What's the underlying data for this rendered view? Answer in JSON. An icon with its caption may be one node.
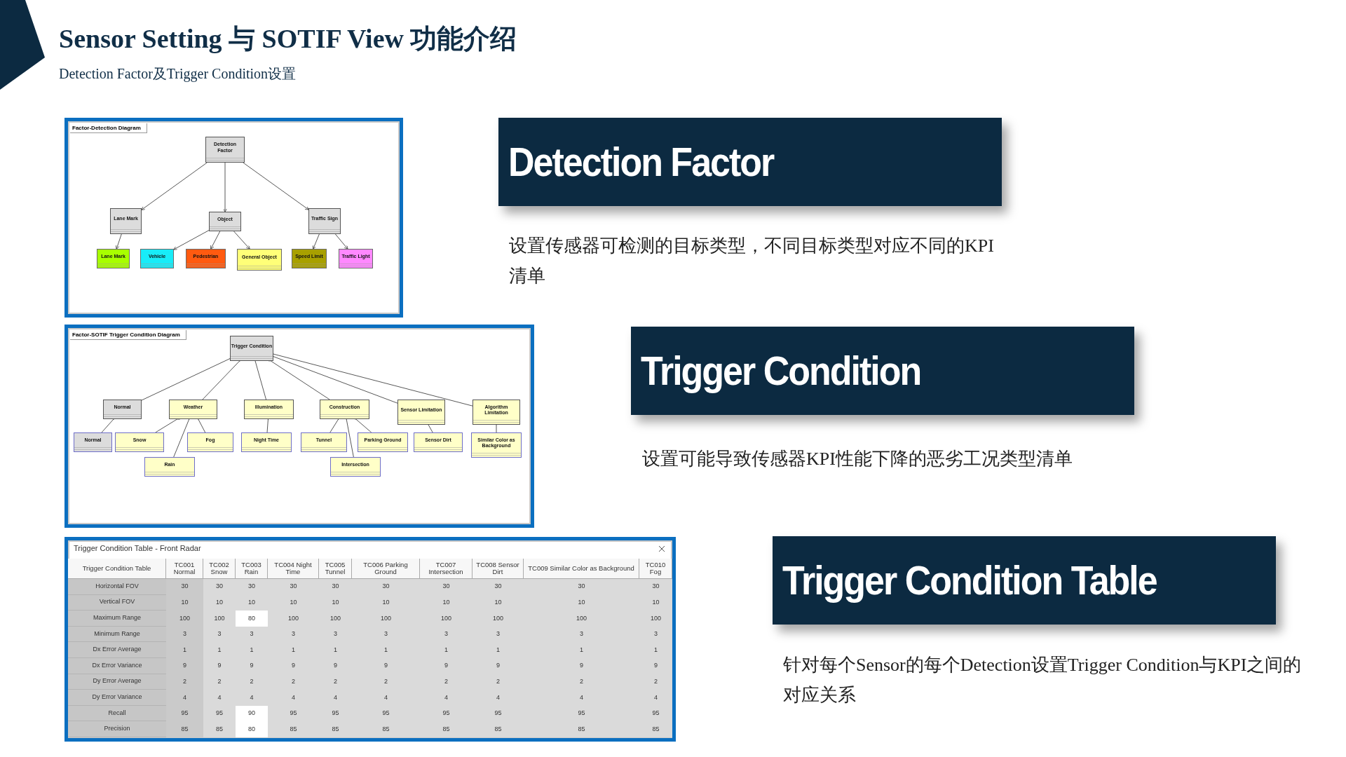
{
  "diagram": {
    "title": "Sensor Setting 与 SOTIF View 功能介绍",
    "nodes": [
      {
        "text": [
          "Factor-Detection Diagram"
        ]
      },
      {
        "text": [
          "Detection Factor"
        ],
        "in": 0
      },
      {
        "text": [
          "Lane Mark"
        ],
        "in": 0
      },
      {
        "text": [
          "Object"
        ],
        "in": 0
      },
      {
        "text": [
          "Traffic Sign"
        ],
        "in": 0
      },
      {
        "text": [
          "Lane Mark"
        ],
        "in": 0
      },
      {
        "text": [
          "Vehicle"
        ],
        "in": 0
      },
      {
        "text": [
          "Pedestrian"
        ],
        "in": 0
      },
      {
        "text": [
          "General Object"
        ],
        "in": 0
      },
      {
        "text": [
          "Speed Limit"
        ],
        "in": 0
      },
      {
        "text": [
          "Traffic Light"
        ],
        "in": 0
      },
      {
        "text": [
          "Factor-SOTIF Trigger Condition Diagram"
        ]
      },
      {
        "text": [
          "Trigger Condition"
        ],
        "in": 11
      },
      {
        "text": [
          "Normal"
        ],
        "in": 11
      },
      {
        "text": [
          "Weather"
        ],
        "in": 11
      },
      {
        "text": [
          "Illumination"
        ],
        "in": 11
      },
      {
        "text": [
          "Construction"
        ],
        "in": 11
      },
      {
        "text": [
          "Sensor Limitation"
        ],
        "in": 11
      },
      {
        "text": [
          "Algorithm Limitation"
        ],
        "in": 11
      },
      {
        "text": [
          "Normal"
        ],
        "in": 11
      },
      {
        "text": [
          "Snow"
        ],
        "in": 11
      },
      {
        "text": [
          "Fog"
        ],
        "in": 11
      },
      {
        "text": [
          "Night Time"
        ],
        "in": 11
      },
      {
        "text": [
          "Tunnel"
        ],
        "in": 11
      },
      {
        "text": [
          "Parking Ground"
        ],
        "in": 11
      },
      {
        "text": [
          "Sensor Dirt"
        ],
        "in": 11
      },
      {
        "text": [
          "Similar Color as Background"
        ],
        "in": 11
      },
      {
        "text": [
          "Rain"
        ],
        "in": 11
      },
      {
        "text": [
          "Intersection"
        ],
        "in": 11
      },
      {
        "text": [
          "Trigger Condition Table - Front Radar"
        ]
      },
      {
        "text": [
          "Detection Factor"
        ],
        "beside": [
          "设置传感器可检测的目标类型，不同目标类型对应不同的KPI 清单"
        ]
      },
      {
        "text": [
          "Trigger Condition"
        ],
        "beside": [
          "设置可能导致传感器KPI性能下降的恶劣工况类型清单"
        ]
      },
      {
        "text": [
          "Trigger Condition Table"
        ],
        "beside": [
          "针对每个Sensor的每个Detection设置Trigger Condition与KPI之间的对应关系"
        ]
      }
    ],
    "edges": [
      {
        "from": 1,
        "to": 2,
        "arrow": "to"
      },
      {
        "from": 1,
        "to": 3,
        "arrow": "to"
      },
      {
        "from": 1,
        "to": 4,
        "arrow": "to"
      },
      {
        "from": 2,
        "to": 5,
        "arrow": "to"
      },
      {
        "from": 3,
        "to": 6,
        "arrow": "to"
      },
      {
        "from": 3,
        "to": 7,
        "arrow": "to"
      },
      {
        "from": 3,
        "to": 8,
        "arrow": "to"
      },
      {
        "from": 4,
        "to": 9,
        "arrow": "to"
      },
      {
        "from": 4,
        "to": 10,
        "arrow": "to"
      },
      {
        "from": 12,
        "to": 13,
        "arrow": "other"
      },
      {
        "from": 12,
        "to": 14,
        "arrow": "other"
      },
      {
        "from": 12,
        "to": 15,
        "arrow": "other"
      },
      {
        "from": 12,
        "to": 16,
        "arrow": "other"
      },
      {
        "from": 12,
        "to": 17,
        "arrow": "other"
      },
      {
        "from": 12,
        "to": 18,
        "arrow": "other"
      },
      {
        "from": 13,
        "to": 19,
        "arrow": "other"
      },
      {
        "from": 14,
        "to": 20,
        "arrow": "other"
      },
      {
        "from": 14,
        "to": 21,
        "arrow": "other"
      },
      {
        "from": 14,
        "to": 27,
        "arrow": "other"
      },
      {
        "from": 15,
        "to": 22,
        "arrow": "other"
      },
      {
        "from": 16,
        "to": 23,
        "arrow": "other"
      },
      {
        "from": 16,
        "to": 28,
        "arrow": "other"
      },
      {
        "from": 16,
        "to": 24,
        "arrow": "other"
      },
      {
        "from": 17,
        "to": 25,
        "arrow": "other"
      },
      {
        "from": 18,
        "to": 26,
        "arrow": "other"
      }
    ],
    "labels": [
      "Detection Factor及Trigger Condition设置",
      "Trigger Condition Table",
      "TC001 Normal",
      "TC002 Snow",
      "TC003 Rain",
      "TC004 Night Time",
      "TC005 Tunnel",
      "TC006 Parking Ground",
      "TC007 Intersection",
      "TC008 Sensor Dirt",
      "TC009 Similar Color as Background",
      "TC010 Fog",
      "Horizontal FOV",
      "30",
      "30",
      "30",
      "30",
      "30",
      "30",
      "30",
      "30",
      "30",
      "30",
      "Vertical FOV",
      "10",
      "10",
      "10",
      "10",
      "10",
      "10",
      "10",
      "10",
      "10",
      "10",
      "Maximum Range",
      "100",
      "100",
      "80",
      "100",
      "100",
      "100",
      "100",
      "100",
      "100",
      "100",
      "Minimum Range",
      "3",
      "3",
      "3",
      "3",
      "3",
      "3",
      "3",
      "3",
      "3",
      "3",
      "Dx Error Average",
      "1",
      "1",
      "1",
      "1",
      "1",
      "1",
      "1",
      "1",
      "1",
      "1",
      "Dx Error Variance",
      "9",
      "9",
      "9",
      "9",
      "9",
      "9",
      "9",
      "9",
      "9",
      "9",
      "Dy Error Average",
      "2",
      "2",
      "2",
      "2",
      "2",
      "2",
      "2",
      "2",
      "2",
      "2",
      "Dy Error Variance",
      "4",
      "4",
      "4",
      "4",
      "4",
      "4",
      "4",
      "4",
      "4",
      "4",
      "Recall",
      "95",
      "95",
      "90",
      "95",
      "95",
      "95",
      "95",
      "95",
      "95",
      "95",
      "Precision",
      "85",
      "85",
      "80",
      "85",
      "85",
      "85",
      "85",
      "85",
      "85",
      "85"
    ]
  }
}
